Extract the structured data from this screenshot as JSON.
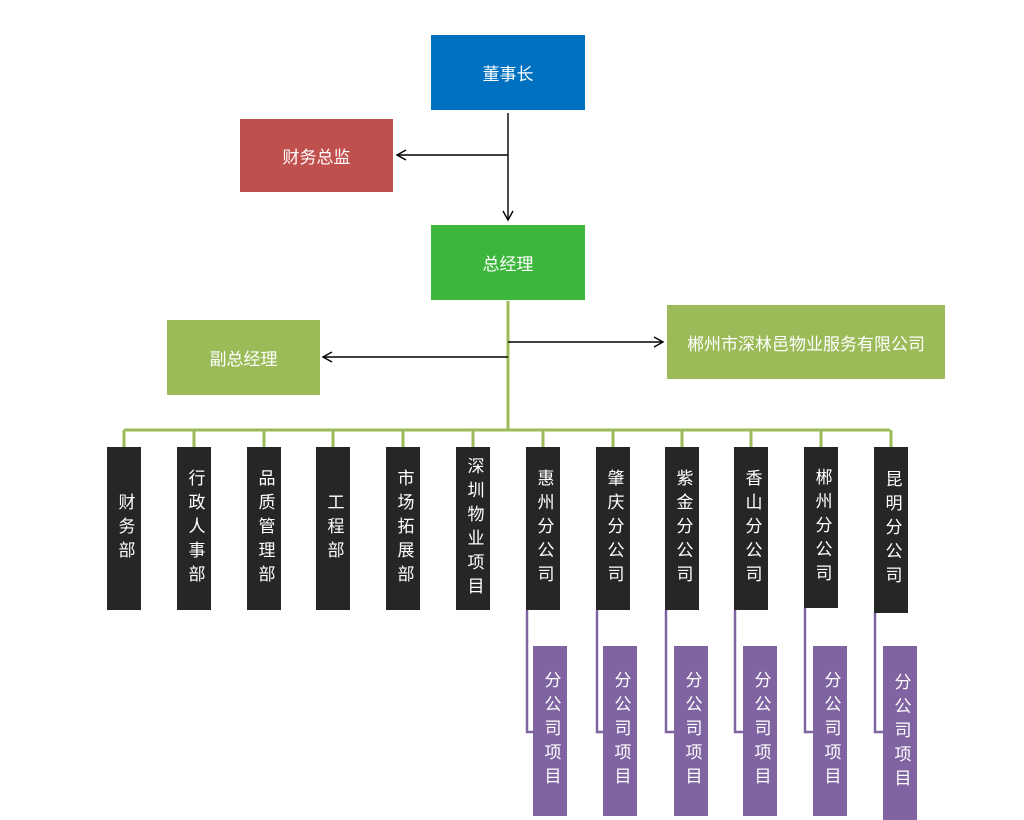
{
  "top": {
    "chairman": "董事长",
    "cfo": "财务总监",
    "gm": "总经理",
    "deputy_gm": "副总经理",
    "subsidiary": "郴州市深林邑物业服务有限公司"
  },
  "departments": [
    "财务部",
    "行政人事部",
    "品质管理部",
    "工程部",
    "市场拓展部",
    "深圳物业项目",
    "惠州分公司",
    "肇庆分公司",
    "紫金分公司",
    "香山分公司",
    "郴州分公司",
    "昆明分公司"
  ],
  "branch_projects": [
    "分公司项目",
    "分公司项目",
    "分公司项目",
    "分公司项目",
    "分公司项目",
    "分公司项目"
  ],
  "colors": {
    "chairman": "#0070c0",
    "cfo": "#c0504d",
    "gm": "#3cb73c",
    "light_green": "#9bbb59",
    "dept": "#262626",
    "project": "#8064a2",
    "line_green": "#9bbb59",
    "line_black": "#000000"
  }
}
